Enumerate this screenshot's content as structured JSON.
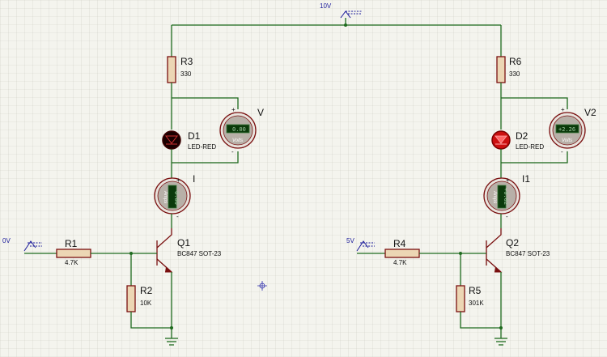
{
  "supply": {
    "label": "10V"
  },
  "left": {
    "input": {
      "label": "0V"
    },
    "r_collector": {
      "ref": "R3",
      "value": "330"
    },
    "led": {
      "ref": "D1",
      "model": "LED-RED"
    },
    "voltmeter": {
      "ref": "V",
      "reading": "0.00",
      "unit": "Volts",
      "plus": "+",
      "minus": "-"
    },
    "ammeter": {
      "ref": "I",
      "reading": "0.00",
      "unit": "Amps",
      "plus": "+",
      "minus": "-"
    },
    "r_base": {
      "ref": "R1",
      "value": "4.7K"
    },
    "r_pulldown": {
      "ref": "R2",
      "value": "10K"
    },
    "transistor": {
      "ref": "Q1",
      "model": "BC847 SOT-23"
    }
  },
  "right": {
    "input": {
      "label": "5V"
    },
    "r_collector": {
      "ref": "R6",
      "value": "330"
    },
    "led": {
      "ref": "D2",
      "model": "LED-RED"
    },
    "voltmeter": {
      "ref": "V2",
      "reading": "+2.26",
      "unit": "Volts",
      "plus": "+",
      "minus": "-"
    },
    "ammeter": {
      "ref": "I1",
      "reading": "+0.02",
      "unit": "Amps",
      "plus": "+",
      "minus": "-"
    },
    "r_base": {
      "ref": "R4",
      "value": "4.7K"
    },
    "r_pulldown": {
      "ref": "R5",
      "value": "301K"
    },
    "transistor": {
      "ref": "Q2",
      "model": "BC847 SOT-23"
    }
  },
  "colors": {
    "wire": "#1e6b1e",
    "component": "#7a1010",
    "led_off": "#3a0000",
    "led_on": "#cc1010",
    "grid": "#cfcfc4"
  }
}
